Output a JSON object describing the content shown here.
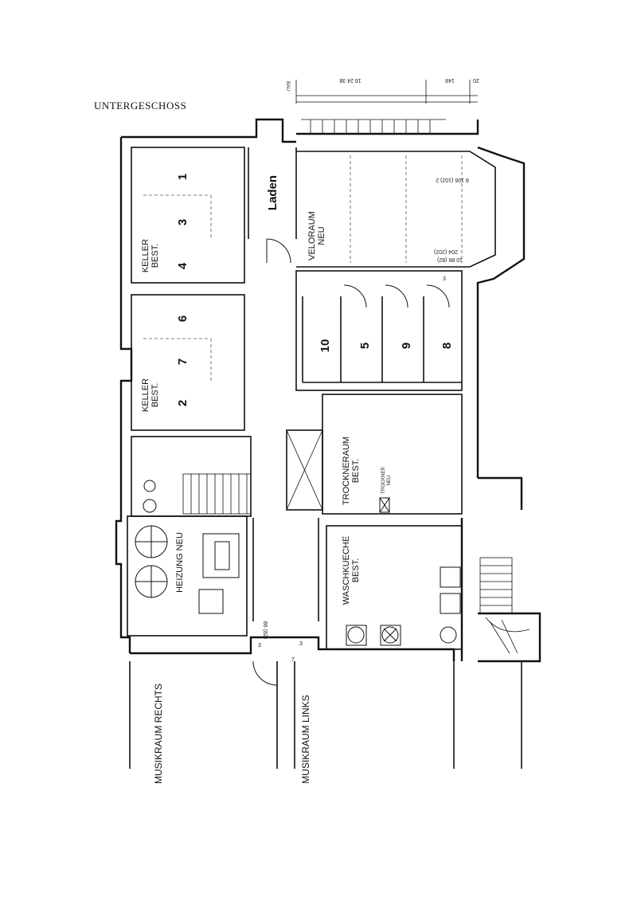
{
  "title": "UNTERGESCHOSS",
  "rooms": {
    "laden": "Laden",
    "keller_top_line1": "KELLER",
    "keller_top_line2": "BEST.",
    "keller_bottom_line1": "KELLER",
    "keller_bottom_line2": "BEST.",
    "veloraum_line1": "VELORAUM",
    "veloraum_line2": "NEU",
    "trockneraum_line1": "TROCKNERAUM",
    "trockneraum_line2": "BEST.",
    "trockner_line1": "TROCKNER",
    "trockner_line2": "NEU",
    "heizung": "HEIZUNG NEU",
    "waschkueche_line1": "WASCHKUECHE",
    "waschkueche_line2": "BEST.",
    "musikraum_rechts": "MUSIKRAUM RECHTS",
    "musikraum_links": "MUSIKRAUM LINKS"
  },
  "compartments": [
    "1",
    "3",
    "4",
    "6",
    "7",
    "2",
    "10",
    "5",
    "9",
    "8"
  ],
  "dimensions": {
    "top_ruler_a": "16 24 38",
    "top_ruler_b": "148",
    "top_ruler_c": "20",
    "bau": "BAU",
    "dim_106": "8 106 (102) 2",
    "dim_204": "204 (202)",
    "dim_86": "10 86 (82)",
    "dim_86b": "86 (82)",
    "dim_3a": "3",
    "dim_3b": "3",
    "dim_3c": "3",
    "dim_7": "7"
  }
}
